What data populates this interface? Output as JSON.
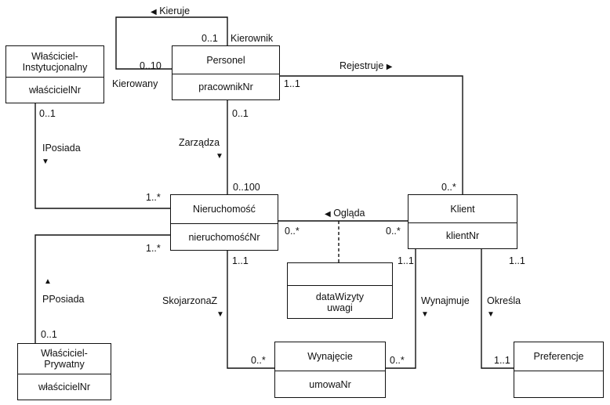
{
  "classes": {
    "personel": {
      "name": "Personel",
      "attrs": "pracownikNr"
    },
    "wlasciciel_instytucjonalny": {
      "name_line1": "Właściciel-",
      "name_line2": "Instytucjonalny",
      "attrs": "właścicielNr"
    },
    "nieruchomosc": {
      "name": "Nieruchomość",
      "attrs": "nieruchomośćNr"
    },
    "klient": {
      "name": "Klient",
      "attrs": "klientNr"
    },
    "wizyta": {
      "name": "",
      "attr_line1": "dataWizyty",
      "attr_line2": "uwagi"
    },
    "wlasciciel_prywatny": {
      "name_line1": "Właściciel-",
      "name_line2": "Prywatny",
      "attrs": "właścicielNr"
    },
    "wynajecie": {
      "name": "Wynajęcie",
      "attrs": "umowaNr"
    },
    "preferencje": {
      "name": "Preferencje",
      "attrs": ""
    }
  },
  "associations": {
    "kieruje": {
      "label": "Kieruje",
      "arrow": "◀"
    },
    "rejestruje": {
      "label": "Rejestruje",
      "arrow": "▶"
    },
    "iposiada": {
      "label": "IPosiada",
      "arrow": "▼"
    },
    "zarzadza": {
      "label": "Zarządza",
      "arrow": "▼"
    },
    "oglada": {
      "label": "Ogląda",
      "arrow": "◀"
    },
    "pposiada": {
      "label": "PPosiada",
      "arrow": "▲"
    },
    "skojarzona": {
      "label": "SkojarzonaZ",
      "arrow": "▼"
    },
    "wynajmuje": {
      "label": "Wynajmuje",
      "arrow": "▼"
    },
    "okresla": {
      "label": "Określa",
      "arrow": "▼"
    }
  },
  "roles": {
    "kierownik": "Kierownik",
    "kierowany": "Kierowany"
  },
  "multiplicities": {
    "kieruje_top": "0..1",
    "kieruje_bottom": "0..10",
    "personel_rejestruje": "1..1",
    "personel_zarzadza": "0..1",
    "wi_iposiada": "0..1",
    "nier_iposiada": "1..*",
    "nier_zarzadza": "0..100",
    "klient_rejestruje": "0..*",
    "nier_oglada": "0..*",
    "klient_oglada": "0..*",
    "nier_pposiada": "1..*",
    "nier_skojarzona": "1..1",
    "klient_wynajmuje": "1..1",
    "klient_okresla": "1..1",
    "wp_pposiada": "0..1",
    "wynajecie_left": "0..*",
    "wynajecie_right": "0..*",
    "preferencje_okresla": "1..1"
  }
}
